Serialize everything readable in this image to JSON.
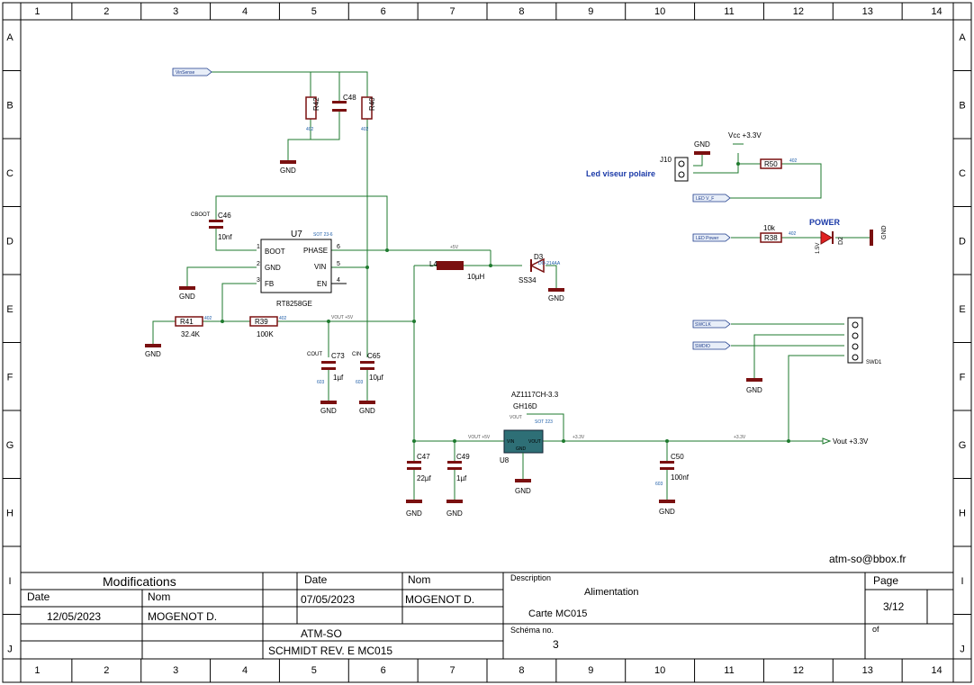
{
  "border": {
    "cols": [
      "1",
      "2",
      "3",
      "4",
      "5",
      "6",
      "7",
      "8",
      "9",
      "10",
      "11",
      "12",
      "13",
      "14"
    ],
    "rows": [
      "A",
      "B",
      "C",
      "D",
      "E",
      "F",
      "G",
      "H",
      "I",
      "J"
    ]
  },
  "labels": {
    "vinsense": "VinSense",
    "led_vf_port": "LED V_F",
    "led_power_port": "LED Power",
    "swclk": "SWCLK",
    "swdio": "SWDIO",
    "led_viseur": "Led viseur polaire",
    "power": "POWER",
    "vcc": "Vcc +3.3V",
    "vout33": "Vout +3.3V",
    "email": "atm-so@bbox.fr",
    "gnd": "GND",
    "v5": "+5V",
    "v33": "+3.3V"
  },
  "components": {
    "u7": {
      "ref": "U7",
      "part": "RT8258GE",
      "pins": [
        "BOOT",
        "GND",
        "FB",
        "PHASE",
        "VIN",
        "EN"
      ],
      "pin_nums": [
        "1",
        "2",
        "3",
        "6",
        "5",
        "4"
      ],
      "pkg": "SOT 23-6"
    },
    "u8": {
      "ref": "U8",
      "part": "AZ1117CH-3.3",
      "marking": "GH16D",
      "vin": "VIN",
      "vout": "VOUT",
      "gnd": "GND",
      "pkg": "SOT 223",
      "vout_top": "VOUT"
    },
    "c46": {
      "ref": "C46",
      "pre": "CBOOT",
      "value": "10nf"
    },
    "c48": {
      "ref": "C48"
    },
    "r42": {
      "ref": "R42",
      "pkg": "402"
    },
    "r40": {
      "ref": "R40",
      "pkg": "402"
    },
    "r41": {
      "ref": "R41",
      "value": "32.4K",
      "pkg": "402"
    },
    "r39": {
      "ref": "R39",
      "value": "100K",
      "pkg": "402"
    },
    "c73": {
      "ref": "C73",
      "pre": "COUT",
      "value": "1µf",
      "pkg": "603"
    },
    "c65": {
      "ref": "C65",
      "pre": "CIN",
      "value": "10µf",
      "pkg": "603"
    },
    "l4": {
      "ref": "L4",
      "value": "10µH"
    },
    "d3": {
      "ref": "D3",
      "value": "SS34",
      "pkg": "DO-214AA"
    },
    "c47": {
      "ref": "C47",
      "value": "22µf"
    },
    "c49": {
      "ref": "C49",
      "value": "1µf"
    },
    "c50": {
      "ref": "C50",
      "value": "100nf",
      "pkg": "603"
    },
    "j10": {
      "ref": "J10"
    },
    "r50": {
      "ref": "R50",
      "pkg": "402"
    },
    "r38": {
      "ref": "R38",
      "value": "10k",
      "pkg": "402"
    },
    "d2": {
      "ref": "D2",
      "value": "1.5V"
    },
    "swd1": {
      "ref": "SWD1"
    },
    "vout5": "VOUT +5V"
  },
  "title_block": {
    "modifications": "Modifications",
    "date_h": "Date",
    "nom_h": "Nom",
    "mod_date": "12/05/2023",
    "mod_nom": "MOGENOT D.",
    "date_h2": "Date",
    "nom_h2": "Nom",
    "date": "07/05/2023",
    "nom": "MOGENOT D.",
    "company": "ATM-SO",
    "revision": "SCHMIDT  REV. E   MC015",
    "desc_h": "Description",
    "desc1": "Alimentation",
    "desc2": "Carte MC015",
    "schema_h": "Schéma no.",
    "schema": "3",
    "page_h": "Page",
    "page": "3/12",
    "of_h": "of"
  }
}
